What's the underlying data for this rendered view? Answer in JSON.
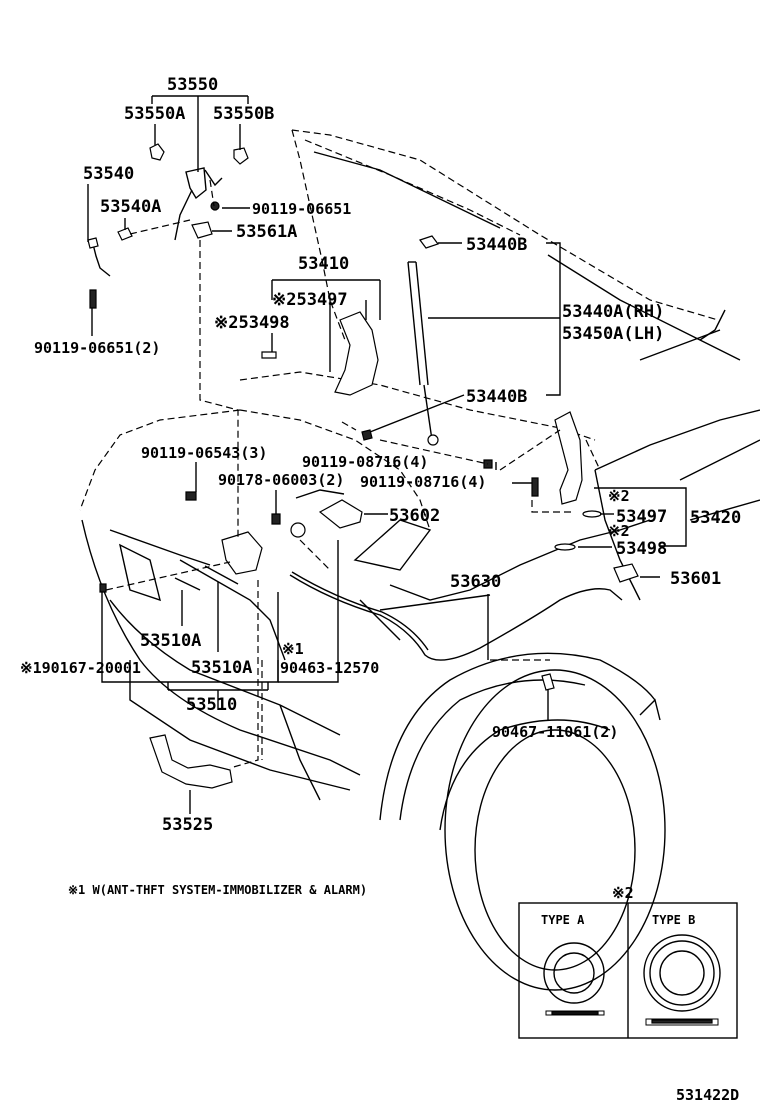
{
  "labels": {
    "p53550": "53550",
    "p53550A": "53550A",
    "p53550B": "53550B",
    "p53540": "53540",
    "p53540A": "53540A",
    "p90119_06651": "90119-06651",
    "p53561A": "53561A",
    "p53410": "53410",
    "p53497_top": "※253497",
    "p53498_top": "※253498",
    "p90119_06651_2": "90119-06651(2)",
    "p53440B_top": "53440B",
    "p53440A_RH": "53440A(RH)",
    "p53450A_LH": "53450A(LH)",
    "p53440B_bot": "53440B",
    "p90119_06543_3": "90119-06543(3)",
    "p90119_08716_4a": "90119-08716(4)",
    "p90178_06003_2": "90178-06003(2)",
    "p90119_08716_4b": "90119-08716(4)",
    "p53602": "53602",
    "mark2_a": "※2",
    "p53497_right": "53497",
    "p53420": "53420",
    "mark2_b": "※2",
    "p53498_right": "53498",
    "p53630": "53630",
    "p53601": "53601",
    "p53510A_a": "53510A",
    "mark1": "※1",
    "p190167_20001": "※190167-20001",
    "p53510A_b": "53510A",
    "p90463_12570": "90463-12570",
    "p53510": "53510",
    "p90467_11061_2": "90467-11061(2)",
    "p53525": "53525"
  },
  "footnote": "※1 W(ANT-THFT SYSTEM-IMMOBILIZER & ALARM)",
  "legend": {
    "mark": "※2",
    "type_a": "TYPE  A",
    "type_b": "TYPE  B"
  },
  "diagram_code": "531422D"
}
